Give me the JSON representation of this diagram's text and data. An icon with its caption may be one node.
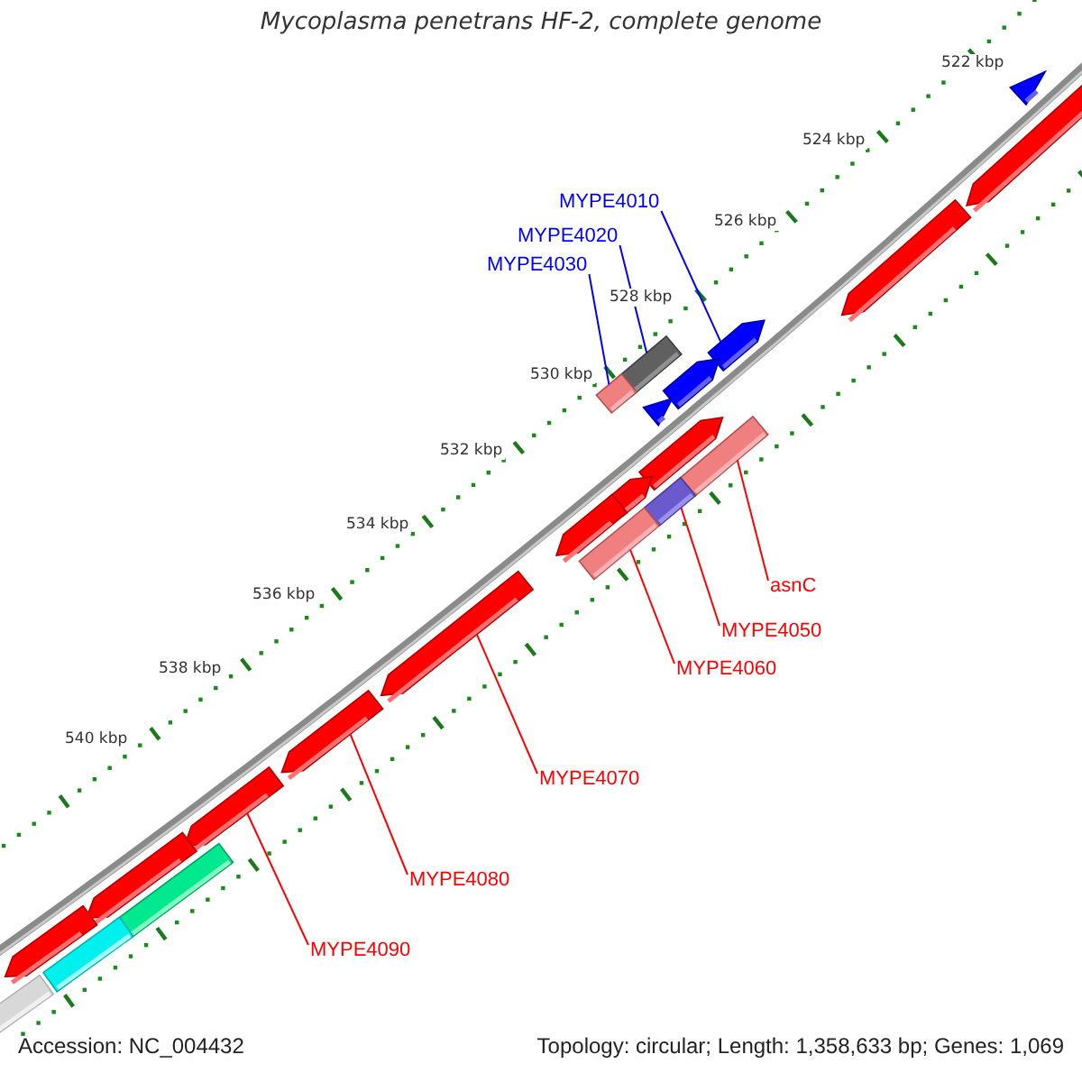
{
  "diagram": {
    "title": "Mycoplasma penetrans HF-2, complete genome",
    "nodes": [
      {
        "text": [
          "MYPE4010"
        ]
      },
      {
        "text": [
          "MYPE4020"
        ]
      },
      {
        "text": [
          "MYPE4030"
        ]
      },
      {
        "text": [
          "asnC"
        ]
      },
      {
        "text": [
          "MYPE4050"
        ]
      },
      {
        "text": [
          "MYPE4060"
        ]
      },
      {
        "text": [
          "MYPE4070"
        ]
      },
      {
        "text": [
          "MYPE4080"
        ]
      },
      {
        "text": [
          "MYPE4090"
        ]
      },
      {
        "text": [],
        "shape": "triangle"
      },
      {
        "text": [],
        "shape": "arrow"
      },
      {
        "text": [],
        "shape": "arrow"
      },
      {
        "text": [],
        "shape": "arrow"
      },
      {
        "text": [],
        "shape": "bar"
      },
      {
        "text": [],
        "shape": "arrow"
      },
      {
        "text": [],
        "shape": "bar"
      },
      {
        "text": [],
        "shape": "triangle"
      },
      {
        "text": [],
        "shape": "arrow"
      },
      {
        "text": [],
        "shape": "bar"
      },
      {
        "text": [],
        "shape": "arrow"
      },
      {
        "text": [],
        "shape": "bar"
      },
      {
        "text": [],
        "shape": "arrow"
      },
      {
        "text": [],
        "shape": "bar"
      },
      {
        "text": [],
        "shape": "arrow"
      },
      {
        "text": [],
        "shape": "arrow"
      },
      {
        "text": [],
        "shape": "arrow"
      },
      {
        "text": [],
        "shape": "arrow"
      },
      {
        "text": [],
        "shape": "bar"
      },
      {
        "text": [],
        "shape": "arrow"
      },
      {
        "text": [],
        "shape": "bar"
      },
      {
        "text": [],
        "shape": "bar"
      }
    ],
    "edges": [
      {
        "from": 0,
        "to": 11,
        "arrow": "none",
        "color": "#0000ff"
      },
      {
        "from": 1,
        "to": 13,
        "arrow": "none",
        "color": "#0000ff"
      },
      {
        "from": 2,
        "to": 15,
        "arrow": "none",
        "color": "#0000ff"
      },
      {
        "from": 3,
        "to": 18,
        "arrow": "none"
      },
      {
        "from": 4,
        "to": 20,
        "arrow": "none"
      },
      {
        "from": 5,
        "to": 22,
        "arrow": "none"
      },
      {
        "from": 6,
        "to": 23,
        "arrow": "none"
      },
      {
        "from": 7,
        "to": 24,
        "arrow": "none"
      },
      {
        "from": 8,
        "to": 25,
        "arrow": "none"
      }
    ],
    "labels": [
      "522 kbp",
      "524 kbp",
      "526 kbp",
      "528 kbp",
      "530 kbp",
      "532 kbp",
      "534 kbp",
      "536 kbp",
      "538 kbp",
      "540 kbp",
      "Accession: NC_004432",
      "Topology: circular; Length: 1,358,633 bp; Genes: 1,069"
    ]
  }
}
